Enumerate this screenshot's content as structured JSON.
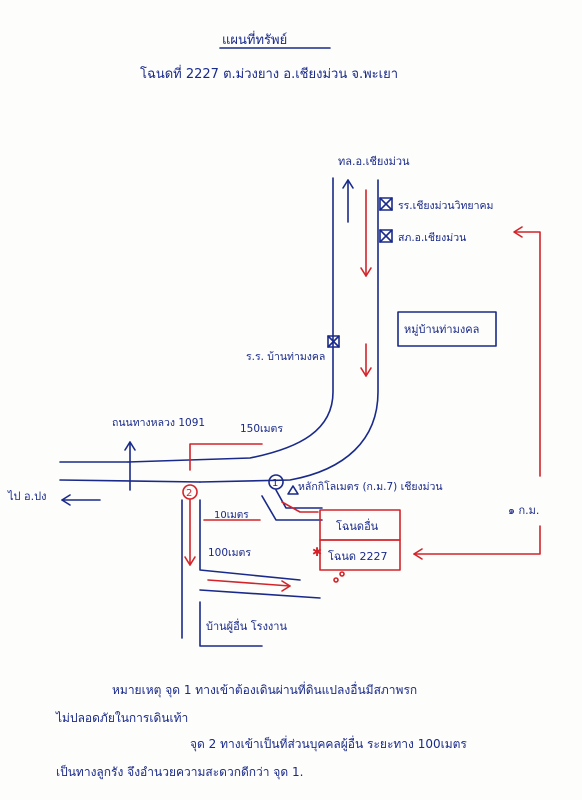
{
  "title": "แผนที่ทรัพย์",
  "subtitle": "โฉนดที่ 2227  ต.ม่วงยาง  อ.เชียงม่วน  จ.พะเยา",
  "labels": {
    "north_road": "ทล.อ.เชียงม่วน",
    "school": "รร.เชียงม่วนวิทยาคม",
    "police": "สภ.อ.เชียงม่วน",
    "village_box": "หมู่บ้านท่ามงคล",
    "hospital": "ร.ร. บ้านท่ามงคล",
    "highway": "ถนนทางหลวง 1091",
    "dist_150": "150เมตร",
    "km_post": "หลักกิโลเมตร (ก.ม.7) เชียงม่วน",
    "west_arrow": "ไป อ.ปง",
    "dist_10": "10เมตร",
    "land_other": "โฉนดอื่น",
    "land_target": "โฉนด 2227",
    "dist_100": "100เมตร",
    "village_label": "บ้านผู้อื่น  โรงงาน",
    "km_right": "๑ ก.ม.",
    "point1": "1",
    "point2": "2"
  },
  "notes": {
    "line1": "หมายเหตุ  จุด 1  ทางเข้าต้องเดินผ่านที่ดินแปลงอื่นมีสภาพรก",
    "line2": "ไม่ปลอดภัยในการเดินเท้า",
    "line3": "จุด 2  ทางเข้าเป็นที่ส่วนบุคคลผู้อื่น ระยะทาง 100เมตร",
    "line4": "เป็นทางลูกรัง  จึงอำนวยความสะดวกดีกว่า  จุด 1."
  },
  "colors": {
    "ink": "#1a2a8a",
    "red": "#d2242a"
  }
}
